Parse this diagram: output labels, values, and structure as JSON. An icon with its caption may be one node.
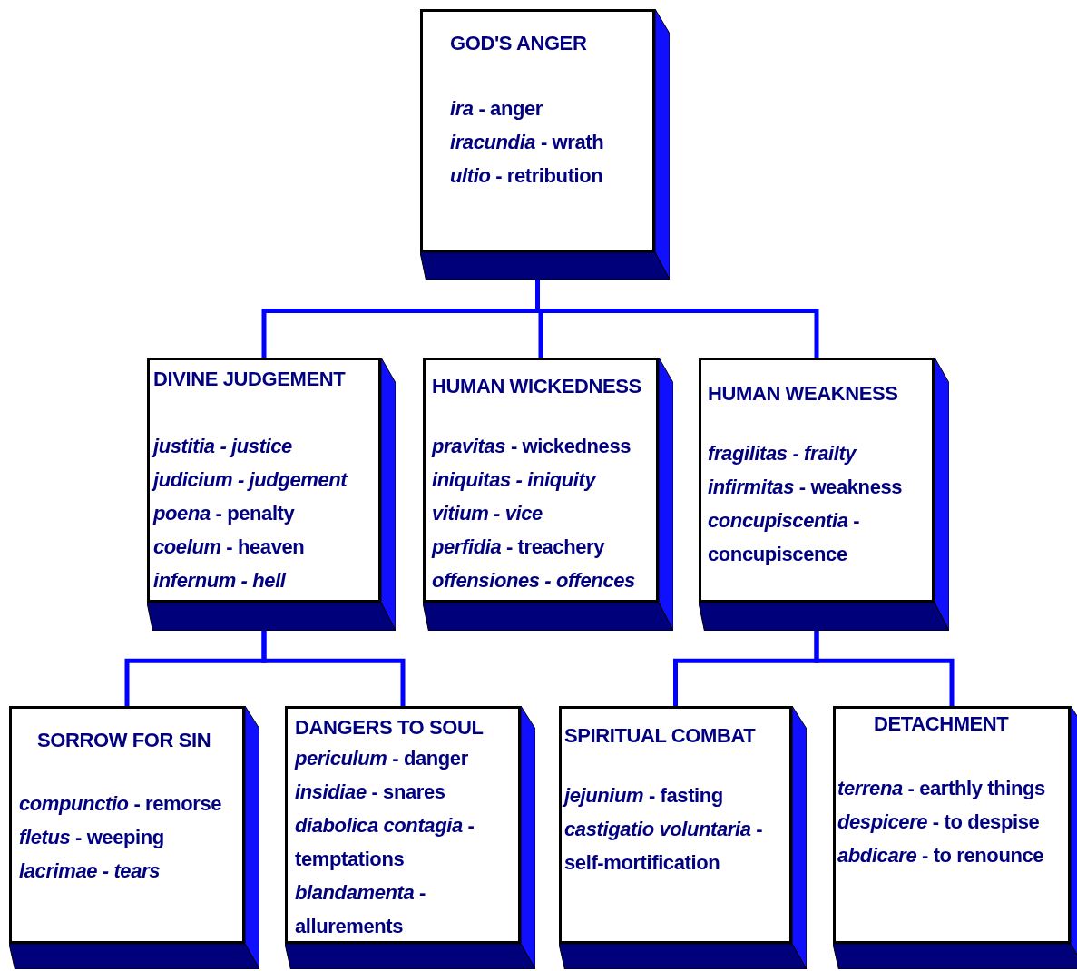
{
  "diagram": {
    "nodes": [
      {
        "text": [
          "GOD'S ANGER",
          "*ira* - anger",
          "*iracundia* - wrath",
          "*ultio* - retribution"
        ]
      },
      {
        "text": [
          "DIVINE JUDGEMENT",
          "*justitia - justice*",
          "*judicium - judgement*",
          "*poena* - penalty",
          "*coelum* - heaven",
          "*infernum - hell*"
        ]
      },
      {
        "text": [
          "HUMAN WICKEDNESS",
          "*pravitas* - wickedness",
          "*iniquitas - iniquity*",
          "*vitium - vice*",
          "*perfidia* - treachery",
          "*offensiones - offences*"
        ]
      },
      {
        "text": [
          "HUMAN WEAKNESS",
          "*fragilitas - frailty*",
          "*infirmitas* - weakness",
          "*concupiscentia* - concupiscence"
        ]
      },
      {
        "text": [
          "SORROW FOR SIN",
          "*compunctio* - remorse",
          "*fletus* - weeping",
          "*lacrimae - tears*"
        ]
      },
      {
        "text": [
          "DANGERS TO SOUL",
          "*periculum* - danger",
          "*insidiae* - snares",
          "*diabolica contagia* - temptations",
          "*blandamenta* - allurements"
        ]
      },
      {
        "text": [
          "SPIRITUAL COMBAT",
          "*jejunium* - fasting",
          "*castigatio voluntaria* - self-mortification"
        ]
      },
      {
        "text": [
          "DETACHMENT",
          "*terrena* - earthly things",
          "*despicere* - to despise",
          "*abdicare* - to renounce"
        ]
      }
    ],
    "edges": [
      {
        "from": 0,
        "to": 1,
        "arrow": "none"
      },
      {
        "from": 0,
        "to": 2,
        "arrow": "none"
      },
      {
        "from": 0,
        "to": 3,
        "arrow": "none"
      },
      {
        "from": 1,
        "to": 4,
        "arrow": "none"
      },
      {
        "from": 1,
        "to": 5,
        "arrow": "none"
      },
      {
        "from": 3,
        "to": 6,
        "arrow": "none"
      },
      {
        "from": 3,
        "to": 7,
        "arrow": "none"
      }
    ]
  }
}
